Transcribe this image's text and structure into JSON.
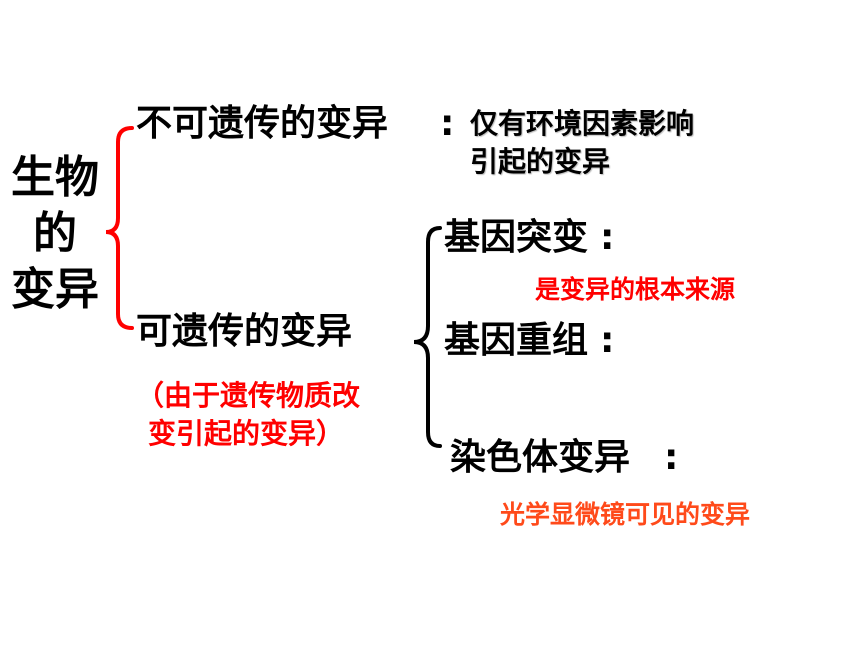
{
  "root": {
    "label_lines": [
      "生物",
      "的",
      "变异"
    ]
  },
  "branch_non_heritable": {
    "label": "不可遗传的变异",
    "colon": ":",
    "description_lines": [
      "仅有环境因素影响",
      "引起的变异"
    ]
  },
  "branch_heritable": {
    "label": "可遗传的变异",
    "note_lines": [
      "（由于遗传物质改",
      "变引起的变异）"
    ],
    "children": [
      {
        "label": "基因突变",
        "colon": ":",
        "note": "是变异的根本来源"
      },
      {
        "label": "基因重组",
        "colon": ":"
      },
      {
        "label": "染色体变异",
        "colon": ":",
        "note": "光学显微镜可见的变异"
      }
    ]
  },
  "colors": {
    "text": "#000000",
    "note_red": "#ff0000",
    "note_orange": "#ff4a1a",
    "brace_root": "#ff0000",
    "brace_heritable": "#000000"
  }
}
